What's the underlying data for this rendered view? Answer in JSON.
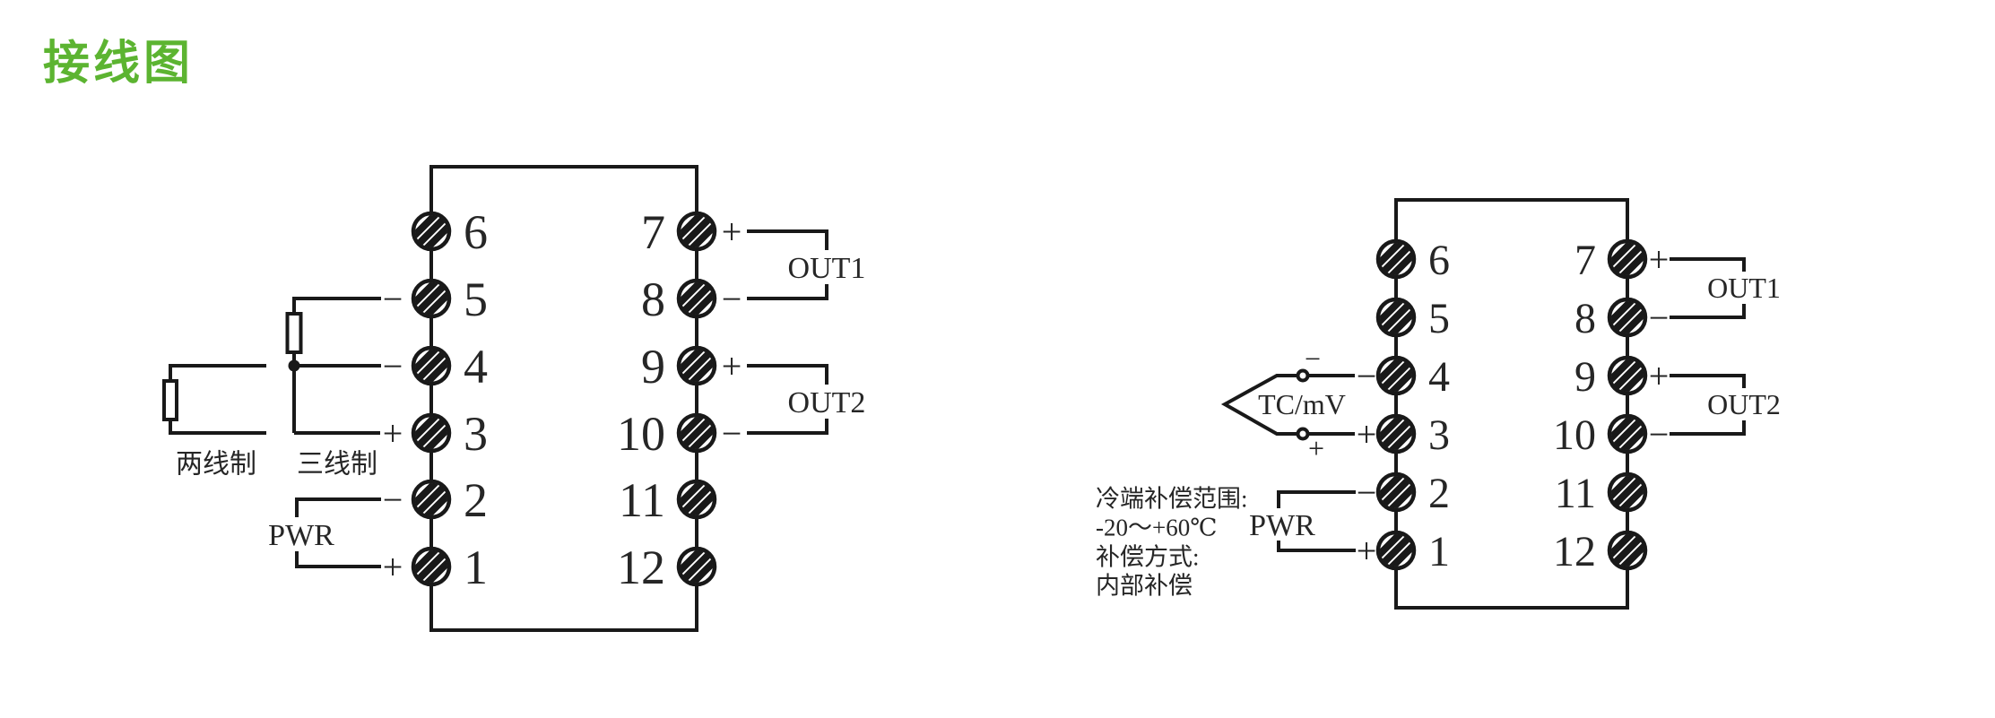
{
  "title": "接线图",
  "colors": {
    "title_green": "#5cb431",
    "line": "#191919",
    "background": "#ffffff"
  },
  "diagrams": {
    "left": {
      "left_pins": [
        {
          "no": "6",
          "sign": ""
        },
        {
          "no": "5",
          "sign": "−"
        },
        {
          "no": "4",
          "sign": "−"
        },
        {
          "no": "3",
          "sign": "+"
        },
        {
          "no": "2",
          "sign": "−"
        },
        {
          "no": "1",
          "sign": "+"
        }
      ],
      "right_pins": [
        {
          "no": "7",
          "sign": "+"
        },
        {
          "no": "8",
          "sign": "−"
        },
        {
          "no": "9",
          "sign": "+"
        },
        {
          "no": "10",
          "sign": "−"
        },
        {
          "no": "11",
          "sign": ""
        },
        {
          "no": "12",
          "sign": ""
        }
      ],
      "labels": {
        "two_wire": "两线制",
        "three_wire": "三线制",
        "pwr": "PWR",
        "out1": "OUT1",
        "out2": "OUT2"
      }
    },
    "right": {
      "left_pins": [
        {
          "no": "6",
          "sign": ""
        },
        {
          "no": "5",
          "sign": ""
        },
        {
          "no": "4",
          "sign": "−"
        },
        {
          "no": "3",
          "sign": "+"
        },
        {
          "no": "2",
          "sign": "−"
        },
        {
          "no": "1",
          "sign": "+"
        }
      ],
      "right_pins": [
        {
          "no": "7",
          "sign": "+"
        },
        {
          "no": "8",
          "sign": "−"
        },
        {
          "no": "9",
          "sign": "+"
        },
        {
          "no": "10",
          "sign": "−"
        },
        {
          "no": "11",
          "sign": ""
        },
        {
          "no": "12",
          "sign": ""
        }
      ],
      "labels": {
        "input": "TC/mV",
        "input_minus": "−",
        "input_plus": "+",
        "pwr": "PWR",
        "out1": "OUT1",
        "out2": "OUT2"
      },
      "notes": [
        "冷端补偿范围:",
        "-20～+60℃",
        "补偿方式:",
        "内部补偿"
      ]
    }
  }
}
